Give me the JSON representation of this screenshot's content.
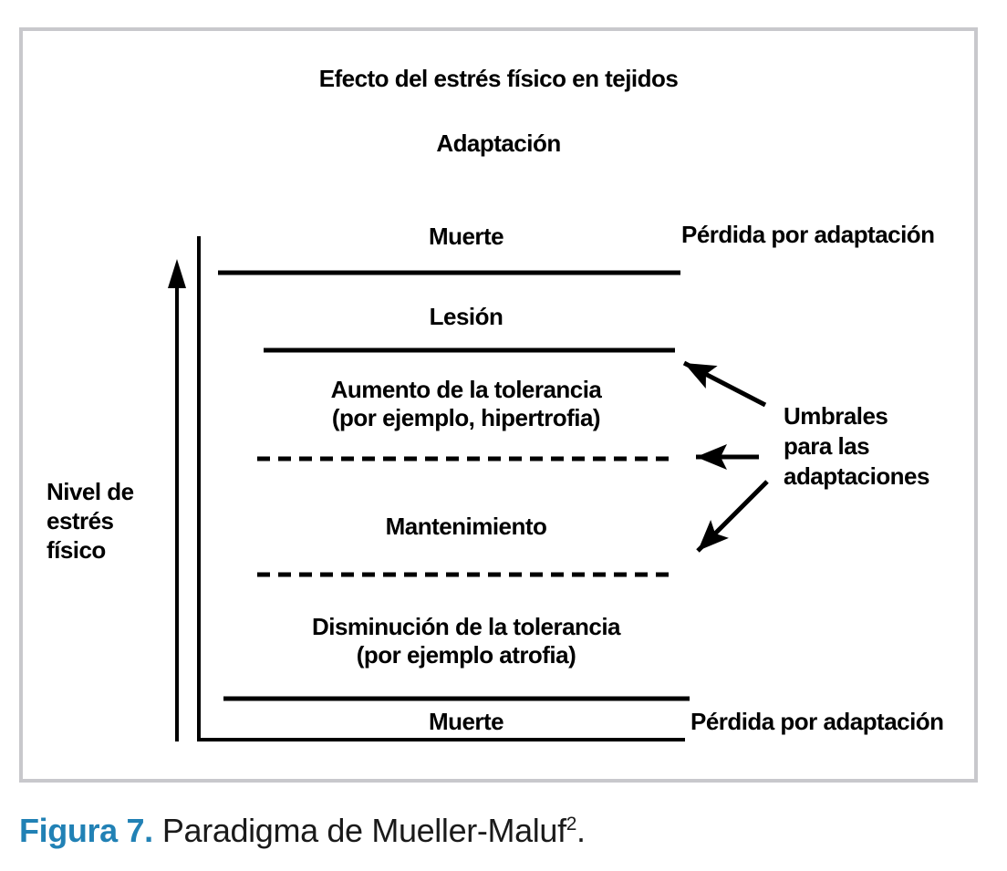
{
  "figure": {
    "title": "Efecto del estrés físico en tejidos",
    "adaptation_label": "Adaptación",
    "y_axis": {
      "lines": [
        "Nivel de",
        "estrés",
        "físico"
      ]
    },
    "zones": {
      "muerte_top": "Muerte",
      "lesion": "Lesión",
      "aumento_line1": "Aumento de la tolerancia",
      "aumento_line2": "(por ejemplo, hipertrofia)",
      "mantenimiento": "Mantenimiento",
      "disminucion_line1": "Disminución de la tolerancia",
      "disminucion_line2": "(por ejemplo atrofia)",
      "muerte_bottom": "Muerte"
    },
    "right_labels": {
      "perdida_top": "Pérdida por adaptación",
      "perdida_bottom": "Pérdida por adaptación"
    },
    "umbrales": {
      "lines": [
        "Umbrales",
        "para las",
        "adaptaciones"
      ]
    }
  },
  "caption": {
    "label": "Figura 7.",
    "text": "Paradigma de Mueller-Maluf",
    "superscript": "2",
    "period": "."
  },
  "colors": {
    "ink": "#000000",
    "caption_accent": "#2181b5",
    "figure_border": "#c8c8cc"
  }
}
